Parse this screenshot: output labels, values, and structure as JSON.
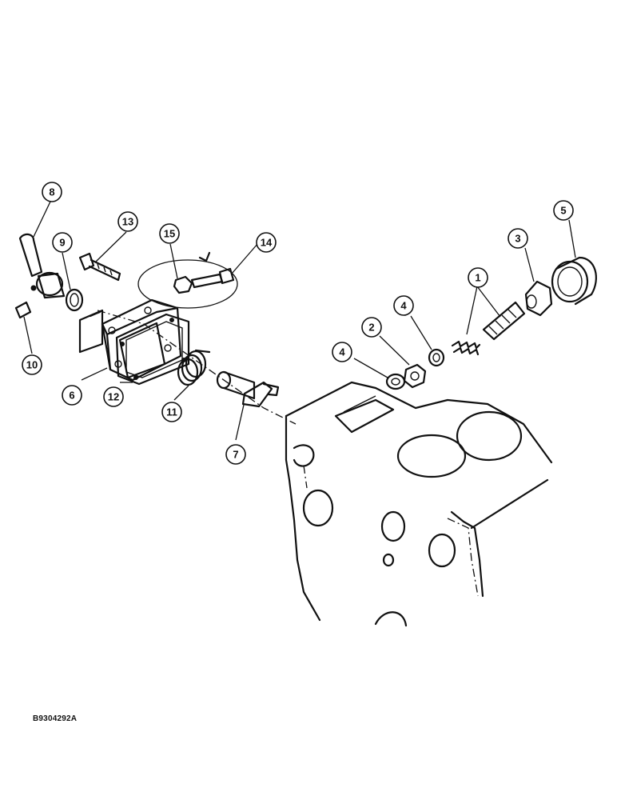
{
  "figure": {
    "code": "B9304292A"
  },
  "callouts": [
    {
      "label": "8"
    },
    {
      "label": "9"
    },
    {
      "label": "13"
    },
    {
      "label": "15"
    },
    {
      "label": "14"
    },
    {
      "label": "10"
    },
    {
      "label": "6"
    },
    {
      "label": "12"
    },
    {
      "label": "11"
    },
    {
      "label": "7"
    },
    {
      "label": "4"
    },
    {
      "label": "2"
    },
    {
      "label": "4"
    },
    {
      "label": "1"
    },
    {
      "label": "3"
    },
    {
      "label": "5"
    }
  ]
}
